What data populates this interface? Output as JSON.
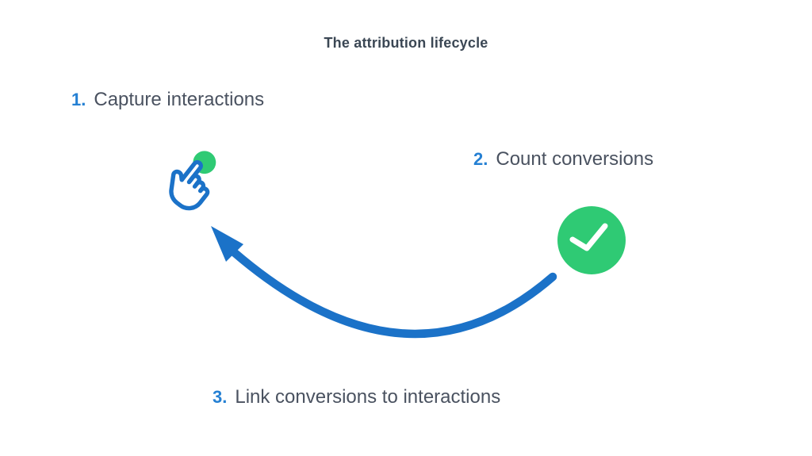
{
  "title": "The attribution lifecycle",
  "steps": [
    {
      "number": "1.",
      "label": "Capture interactions"
    },
    {
      "number": "2.",
      "label": "Count conversions"
    },
    {
      "number": "3.",
      "label": "Link conversions to interactions"
    }
  ],
  "icons": {
    "tap_icon": "hand-tap-click",
    "check_icon": "checkmark-in-circle",
    "arrow_icon": "curved-arrow-left-up"
  },
  "colors": {
    "background": "#ffffff",
    "title_text": "#3b4754",
    "step_text": "#4a5260",
    "number_blue": "#2580d3",
    "arrow_blue": "#1b72c8",
    "icon_blue": "#1b72c8",
    "check_green": "#2fca74",
    "check_mark": "#ffffff",
    "icon_fill": "#ffffff"
  }
}
